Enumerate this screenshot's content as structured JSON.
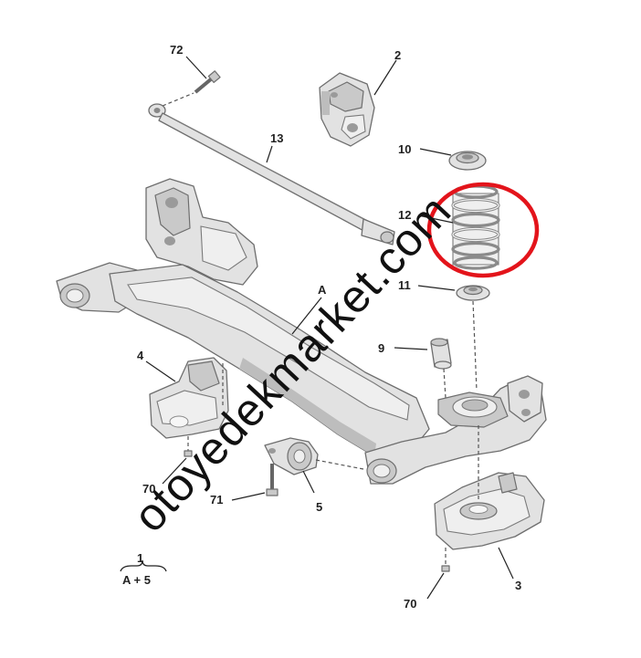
{
  "callouts": {
    "c72": "72",
    "c2": "2",
    "c13": "13",
    "c10": "10",
    "c12": "12",
    "cA": "A",
    "c11": "11",
    "c9": "9",
    "c4": "4",
    "c70a": "70",
    "c71": "71",
    "c5": "5",
    "c3": "3",
    "c70b": "70"
  },
  "assembly": {
    "number": "1",
    "formula": "A + 5"
  },
  "watermark": "otoyedekmarket.com",
  "colors": {
    "highlight": "#e3141b",
    "part_fill": "#e2e2e2",
    "part_stroke": "#6e6e6e"
  }
}
